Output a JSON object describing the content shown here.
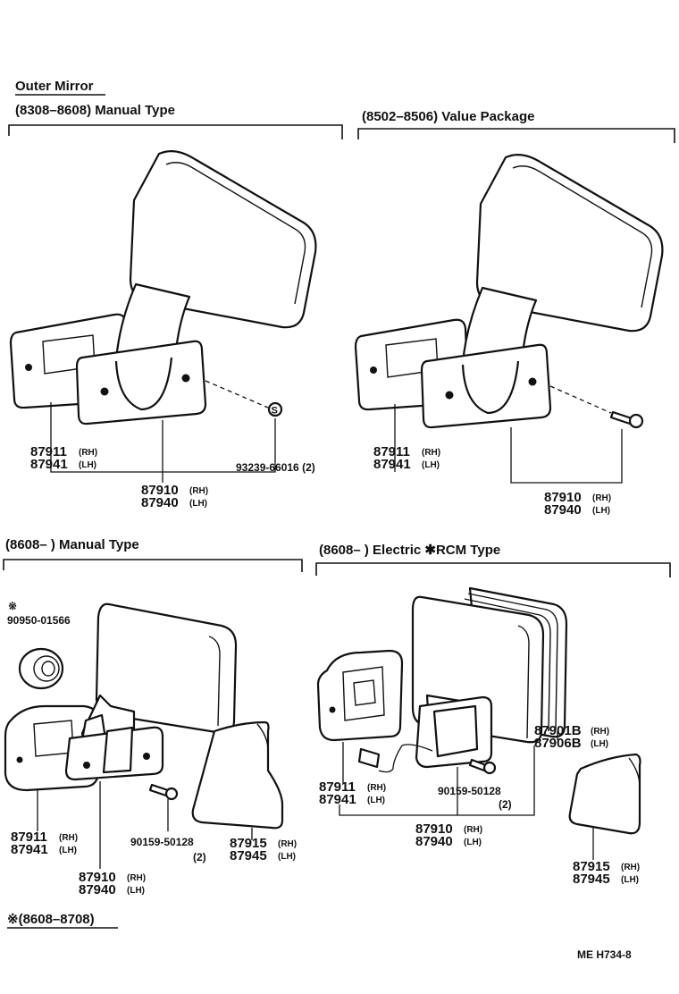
{
  "header": {
    "title": "Outer Mirror",
    "footer_code": "ME H734-8",
    "footnote": "※(8608–8708)"
  },
  "sections": [
    {
      "heading": "(8308–8608) Manual Type",
      "labels": {
        "gasket": [
          "87911",
          "(RH)",
          "87941",
          "(LH)"
        ],
        "mirror": [
          "87910",
          "(RH)",
          "87940",
          "(LH)"
        ],
        "screw": "93239-66016 (2)"
      }
    },
    {
      "heading": "(8502–8506) Value Package",
      "labels": {
        "gasket": [
          "87911",
          "(RH)",
          "87941",
          "(LH)"
        ],
        "mirror": [
          "87910",
          "(RH)",
          "87940",
          "(LH)"
        ]
      }
    },
    {
      "heading": "(8608–        ) Manual Type",
      "labels": {
        "plug_mark": "※",
        "plug": "90950-01566",
        "gasket": [
          "87911",
          "(RH)",
          "87941",
          "(LH)"
        ],
        "mirror": [
          "87910",
          "(RH)",
          "87940",
          "(LH)"
        ],
        "screw": [
          "90159-50128",
          "(2)"
        ],
        "cover": [
          "87915",
          "(RH)",
          "87945",
          "(LH)"
        ]
      }
    },
    {
      "heading": "(8608–        ) Electric ✱RCM Type",
      "labels": {
        "gasket": [
          "87911",
          "(RH)",
          "87941",
          "(LH)"
        ],
        "mirror": [
          "87910",
          "(RH)",
          "87940",
          "(LH)"
        ],
        "screw": [
          "90159-50128",
          "(2)"
        ],
        "glass": [
          "87901B",
          "(RH)",
          "87906B",
          "(LH)"
        ],
        "cover": [
          "87915",
          "(RH)",
          "87945",
          "(LH)"
        ]
      }
    }
  ]
}
